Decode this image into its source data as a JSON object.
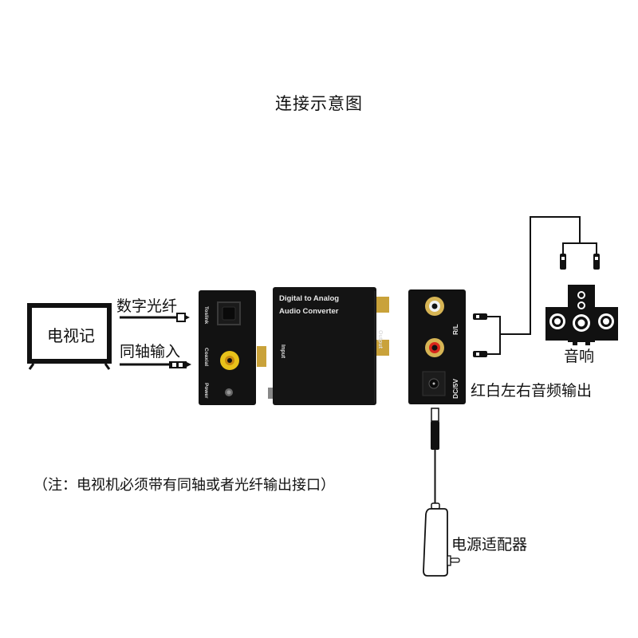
{
  "title": "连接示意图",
  "tv": {
    "label": "电视记"
  },
  "inputs": {
    "optical_label": "数字光纤",
    "coaxial_label": "同轴输入"
  },
  "converter": {
    "name_line1": "Digital to Analog",
    "name_line2": "Audio Converter",
    "input_label": "Input",
    "output_label": "Output",
    "toslink_label": "Toslink",
    "coaxial_port_label": "Coaxial",
    "power_label": "Power",
    "rl_label": "R/L",
    "dc_label": "DC/5V"
  },
  "outputs": {
    "rca_label": "红白左右音频输出",
    "speaker_label": "音响"
  },
  "power": {
    "adapter_label": "电源适配器"
  },
  "note": "（注：电视机必须带有同轴或者光纤输出接口）",
  "colors": {
    "device_body": "#111111",
    "gold": "#c9a23a",
    "coax_yellow": "#e8c21a",
    "rca_red": "#d8261c",
    "rca_white": "#f2f2f2"
  }
}
